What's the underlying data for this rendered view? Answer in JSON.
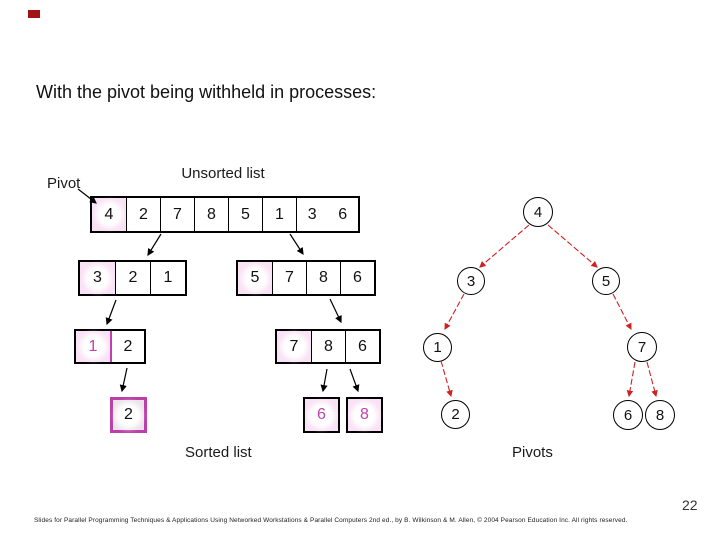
{
  "slide": {
    "title": "With the pivot being withheld in processes:",
    "page_number": "22",
    "footer": "Slides for Parallel Programming Techniques & Applications Using Networked Workstations & Parallel Computers 2nd ed., by B. Wilkinson & M. Allen, © 2004 Pearson Education Inc. All rights reserved."
  },
  "labels": {
    "pivot": "Pivot",
    "unsorted_list": "Unsorted list",
    "sorted_list": "Sorted list",
    "pivots": "Pivots"
  },
  "rows": {
    "unsorted": [
      "4",
      "2",
      "7",
      "8",
      "5",
      "1"
    ],
    "unsorted_tail": [
      "3",
      "6"
    ],
    "level2_left": [
      "3",
      "2",
      "1"
    ],
    "level2_right": [
      "5",
      "7",
      "8",
      "6"
    ],
    "level3_left": [
      "1",
      "2"
    ],
    "level3_right": [
      "7",
      "8",
      "6"
    ],
    "level4_left": [
      "2"
    ],
    "level4_right": [
      "6",
      "8"
    ]
  },
  "tree": {
    "nodes": [
      "4",
      "3",
      "5",
      "1",
      "7",
      "2",
      "6",
      "8"
    ]
  },
  "colors": {
    "pivot_cell_fill": "#f9e2f5",
    "magenta_accent": "#bb3fa8",
    "tree_arrow_red": "#cc2222",
    "corner_marker_red": "#a11212",
    "final_cell_fill": "#eae4e8"
  }
}
